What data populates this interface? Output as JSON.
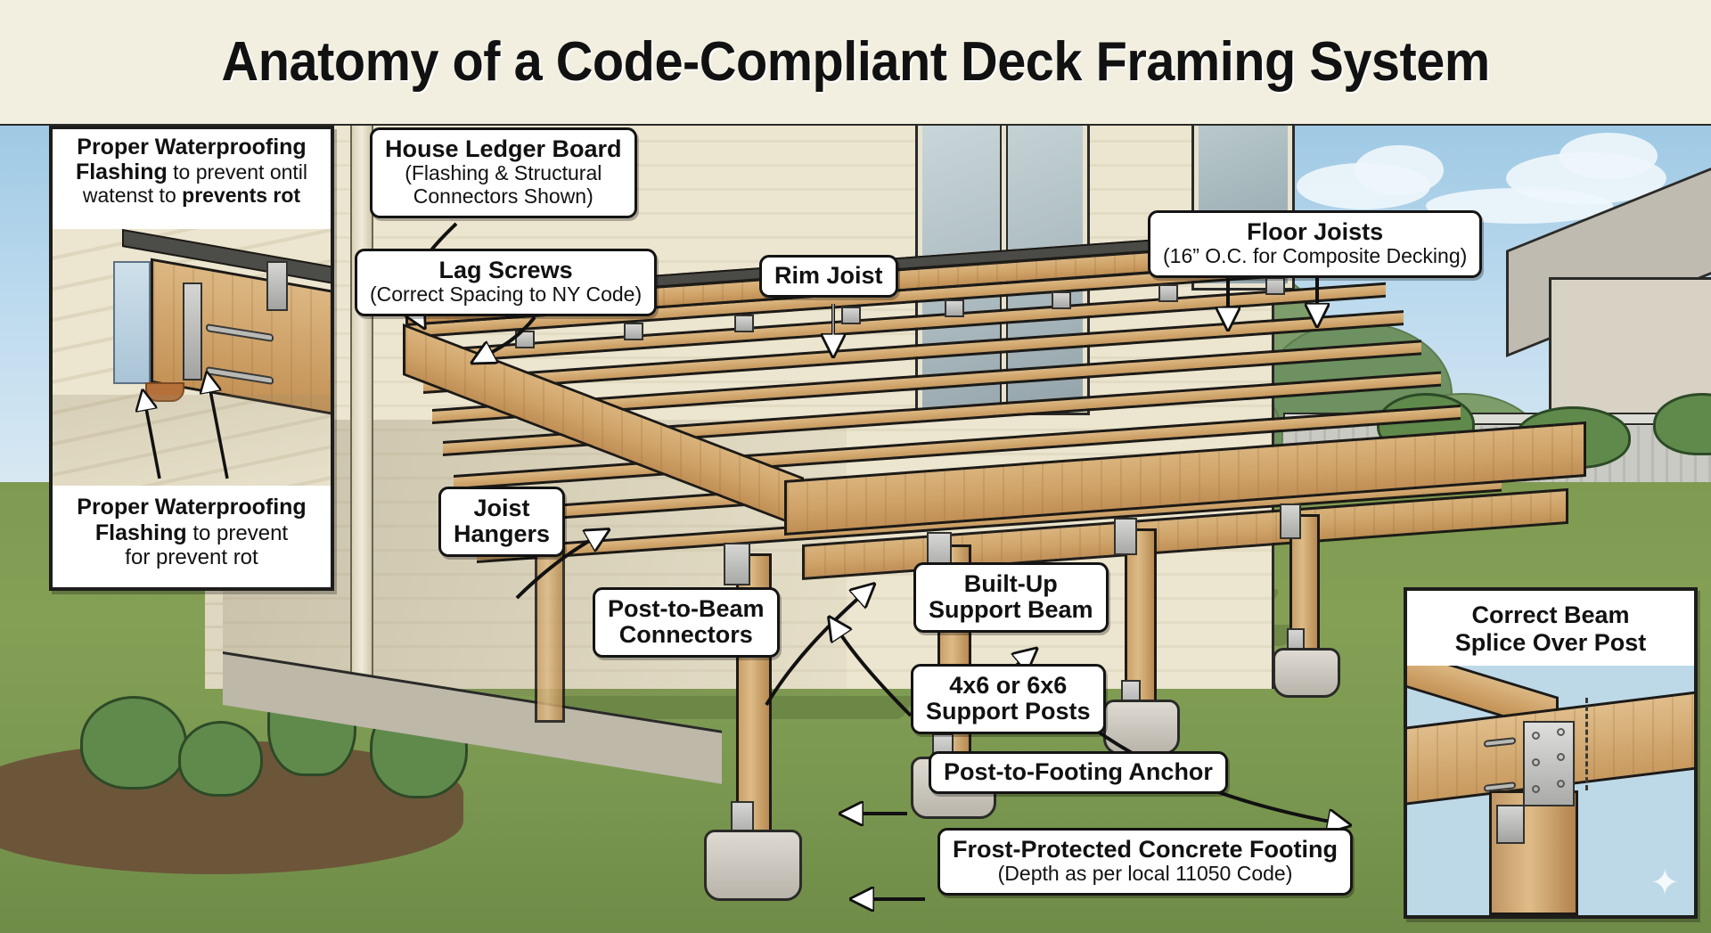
{
  "header": {
    "title": "Anatomy of a Code-Compliant Deck Framing System"
  },
  "colors": {
    "header_bg": "#f2efe0",
    "title_text": "#111111",
    "callout_bg": "#ffffff",
    "callout_border": "#141414",
    "wood": "#cfa267",
    "wood_light": "#dcb782",
    "metal_connector": "#c2c2c0",
    "concrete": "#cfcac1",
    "lawn": "#7f9b52",
    "sky": "#bcdaee",
    "siding": "#ece5cf",
    "inset_bg": "#bdd9e8"
  },
  "callouts": [
    {
      "id": "house-ledger-board",
      "line1": "House Ledger Board",
      "line2": "(Flashing & Structural",
      "line3": "Connectors Shown)"
    },
    {
      "id": "lag-screws",
      "line1": "Lag Screws",
      "line2": "(Correct Spacing to NY Code)"
    },
    {
      "id": "rim-joist",
      "line1": "Rim Joist"
    },
    {
      "id": "floor-joists",
      "line1": "Floor Joists",
      "line2": "(16” O.C. for Composite Decking)"
    },
    {
      "id": "joist-hangers",
      "line1": "Joist",
      "line2": "Hangers"
    },
    {
      "id": "post-to-beam-connectors",
      "line1": "Post-to-Beam",
      "line2": "Connectors"
    },
    {
      "id": "built-up-support-beam",
      "line1": "Built-Up",
      "line2": "Support Beam"
    },
    {
      "id": "support-posts",
      "line1": "4x6 or 6x6",
      "line2": "Support Posts"
    },
    {
      "id": "post-to-footing-anchor",
      "line1": "Post-to-Footing Anchor"
    },
    {
      "id": "frost-protected-concrete-footing",
      "line1": "Frost-Protected Concrete Footing",
      "line2": "(Depth as per local 11050 Code)"
    }
  ],
  "inset_left": {
    "top_caption": {
      "seg1": "Proper Waterproofing",
      "seg2": "Flashing",
      "seg3": " to prevent ontil",
      "seg4": "watenst to ",
      "seg5": "prevents rot"
    },
    "bottom_caption": {
      "seg1": "Proper Waterproofing",
      "seg2": "Flashing",
      "seg3": " to prevent",
      "seg4": "for prevent rot"
    }
  },
  "inset_right": {
    "caption_line1": "Correct Beam",
    "caption_line2": "Splice Over Post"
  },
  "icons": {
    "arrow": "arrow-head-icon",
    "sparkle": "✦"
  }
}
